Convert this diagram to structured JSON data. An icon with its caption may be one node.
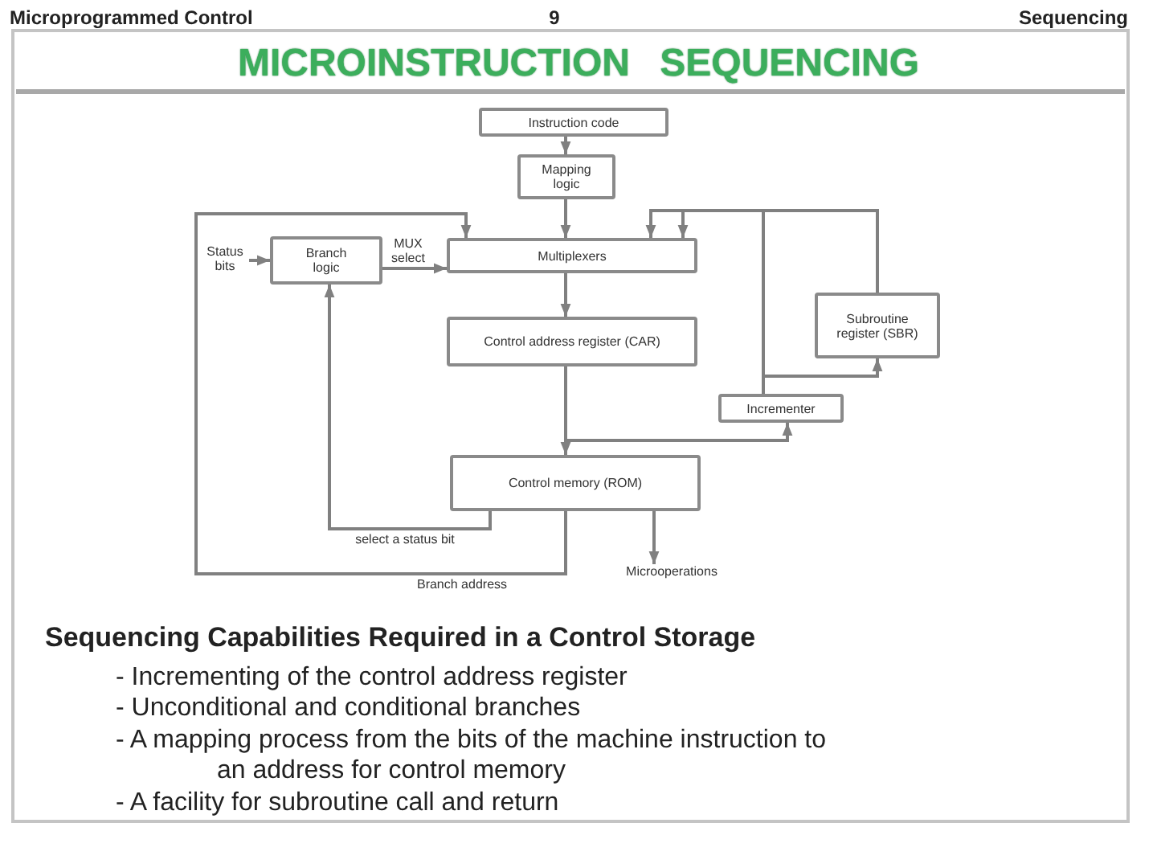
{
  "diagram": {
    "title": "MICROINSTRUCTION SEQUENCING",
    "nodes": [
      {
        "text": [
          "Instruction code"
        ]
      },
      {
        "text": [
          "Mapping logic"
        ]
      },
      {
        "text": [
          "Status bits"
        ]
      },
      {
        "text": [
          "Branch logic"
        ]
      },
      {
        "text": [
          "Multiplexers"
        ]
      },
      {
        "text": [
          "Subroutine register (SBR)"
        ]
      },
      {
        "text": [
          "Control address register (CAR)"
        ]
      },
      {
        "text": [
          "Incrementer"
        ]
      },
      {
        "text": [
          "Control memory (ROM)"
        ]
      },
      {
        "text": [
          "Microoperations"
        ]
      }
    ],
    "edges": [
      {
        "from": 0,
        "to": 1,
        "arrow": "to"
      },
      {
        "from": 1,
        "to": 4,
        "arrow": "to"
      },
      {
        "from": 2,
        "to": 3,
        "arrow": "to"
      },
      {
        "from": 3,
        "to": 4,
        "arrow": "to",
        "label": "MUX select"
      },
      {
        "from": 4,
        "to": 6,
        "arrow": "to"
      },
      {
        "from": 6,
        "to": 8,
        "arrow": "to"
      },
      {
        "from": 6,
        "to": 7,
        "arrow": "to"
      },
      {
        "from": 7,
        "to": 4,
        "arrow": "to"
      },
      {
        "from": 7,
        "to": 5,
        "arrow": "to"
      },
      {
        "from": 5,
        "to": 4,
        "arrow": "to"
      },
      {
        "from": 8,
        "to": 3,
        "arrow": "to",
        "label": "select a status bit"
      },
      {
        "from": 8,
        "to": 4,
        "arrow": "to",
        "label": "Branch address"
      },
      {
        "from": 8,
        "to": 9,
        "arrow": "to"
      }
    ],
    "labels": [
      "Microprogrammed Control",
      "9",
      "Sequencing",
      "Sequencing Capabilities Required in a Control Storage",
      "- Incrementing of the control address register",
      "- Unconditional and conditional branches",
      "- A mapping process from the bits of the machine instruction to an address for control memory",
      "- A facility for subroutine call and return"
    ]
  }
}
